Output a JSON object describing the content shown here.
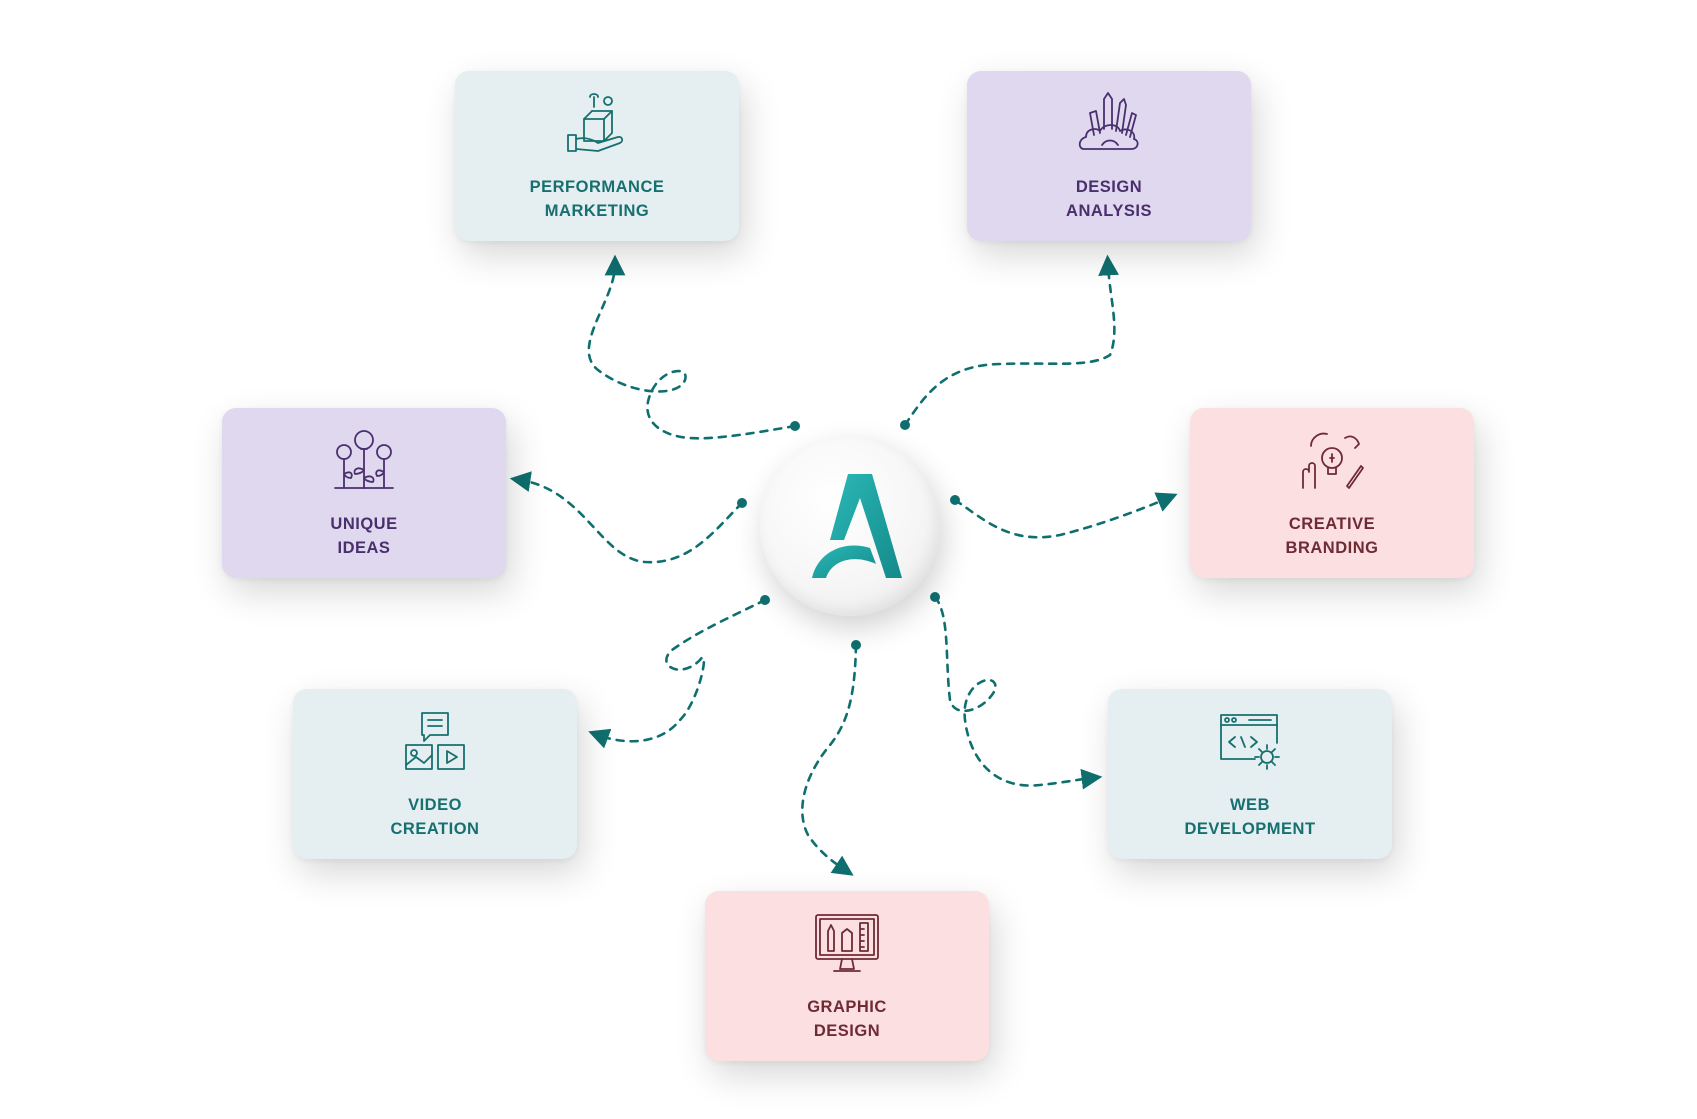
{
  "services": [
    {
      "id": "performance-marketing",
      "label": "PERFORMANCE\nMARKETING",
      "theme": "teal",
      "icon": "box-tools-hand-icon"
    },
    {
      "id": "design-analysis",
      "label": "DESIGN\nANALYSIS",
      "theme": "lilac",
      "icon": "design-tools-cloud-icon"
    },
    {
      "id": "unique-ideas",
      "label": "UNIQUE\nIDEAS",
      "theme": "lilac",
      "icon": "lightbulb-plants-icon"
    },
    {
      "id": "creative-branding",
      "label": "CREATIVE\nBRANDING",
      "theme": "pink",
      "icon": "hands-lightbulb-icon"
    },
    {
      "id": "video-creation",
      "label": "VIDEO\nCREATION",
      "theme": "teal",
      "icon": "media-blocks-icon"
    },
    {
      "id": "web-development",
      "label": "WEB\nDEVELOPMENT",
      "theme": "teal",
      "icon": "browser-code-gear-icon"
    },
    {
      "id": "graphic-design",
      "label": "GRAPHIC\nDESIGN",
      "theme": "pink",
      "icon": "monitor-design-tools-icon"
    }
  ],
  "hub": {
    "logo": "letter-a-logo"
  },
  "colors": {
    "connector": "#0f6f6f",
    "logo": "#1fa4a4",
    "teal_card": "#e5eef0",
    "lilac_card": "#e0d8ee",
    "pink_card": "#fcdfe0",
    "teal_text": "#17706f",
    "lilac_text": "#4a2f6e",
    "pink_text": "#6e2b35"
  }
}
